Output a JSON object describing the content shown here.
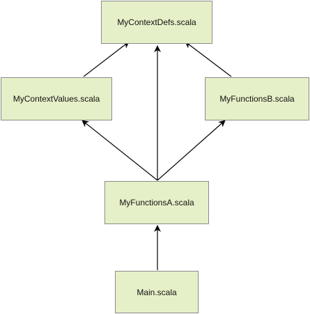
{
  "colors": {
    "node_fill": "#e6f0c8",
    "node_border": "#8a8a8a",
    "edge": "#000000",
    "text": "#111111"
  },
  "nodes": {
    "defs": {
      "label": "MyContextDefs.scala"
    },
    "values": {
      "label": "MyContextValues.scala"
    },
    "funcb": {
      "label": "MyFunctionsB.scala"
    },
    "funca": {
      "label": "MyFunctionsA.scala"
    },
    "main": {
      "label": "Main.scala"
    }
  },
  "edges": [
    {
      "from": "values",
      "to": "defs"
    },
    {
      "from": "funca",
      "to": "defs"
    },
    {
      "from": "funcb",
      "to": "defs"
    },
    {
      "from": "funca",
      "to": "values"
    },
    {
      "from": "funca",
      "to": "funcb"
    },
    {
      "from": "main",
      "to": "funca"
    }
  ]
}
